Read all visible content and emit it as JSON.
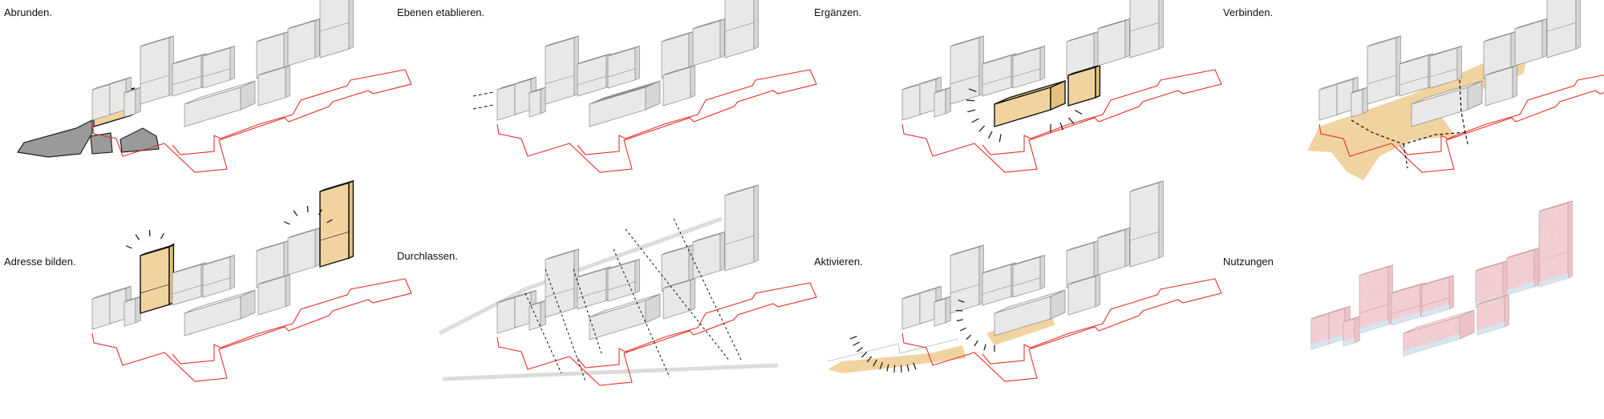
{
  "colors": {
    "building_fill": "#e8e8e8",
    "building_side": "#d6d6d6",
    "building_stroke": "#8a8a8a",
    "highlight_fill": "#f1d39f",
    "highlight_side": "#e4c07f",
    "demolish_fill": "#9a9a9a",
    "roof_dark": "#8f8f8f",
    "boundary_red": "#e5312b",
    "path_dark": "#111111",
    "street_grey": "#dcdcdc",
    "use_residential": "#f3d2d6",
    "use_office": "#d5e6f1",
    "use_retail": "#f4e6bf"
  },
  "panels": [
    {
      "id": "abrunden",
      "title": "Abrunden.",
      "theme": "demolish"
    },
    {
      "id": "ebenen",
      "title": "Ebenen etablieren.",
      "theme": "levels"
    },
    {
      "id": "ergaenzen",
      "title": "Ergänzen.",
      "theme": "complement"
    },
    {
      "id": "verbinden",
      "title": "Verbinden.",
      "theme": "connect"
    },
    {
      "id": "adresse",
      "title": "Adresse bilden.",
      "theme": "address"
    },
    {
      "id": "durchlassen",
      "title": "Durchlassen.",
      "theme": "permeate"
    },
    {
      "id": "aktivieren",
      "title": "Aktivieren.",
      "theme": "activate"
    },
    {
      "id": "nutzungen",
      "title": "Nutzungen",
      "theme": "uses"
    }
  ]
}
